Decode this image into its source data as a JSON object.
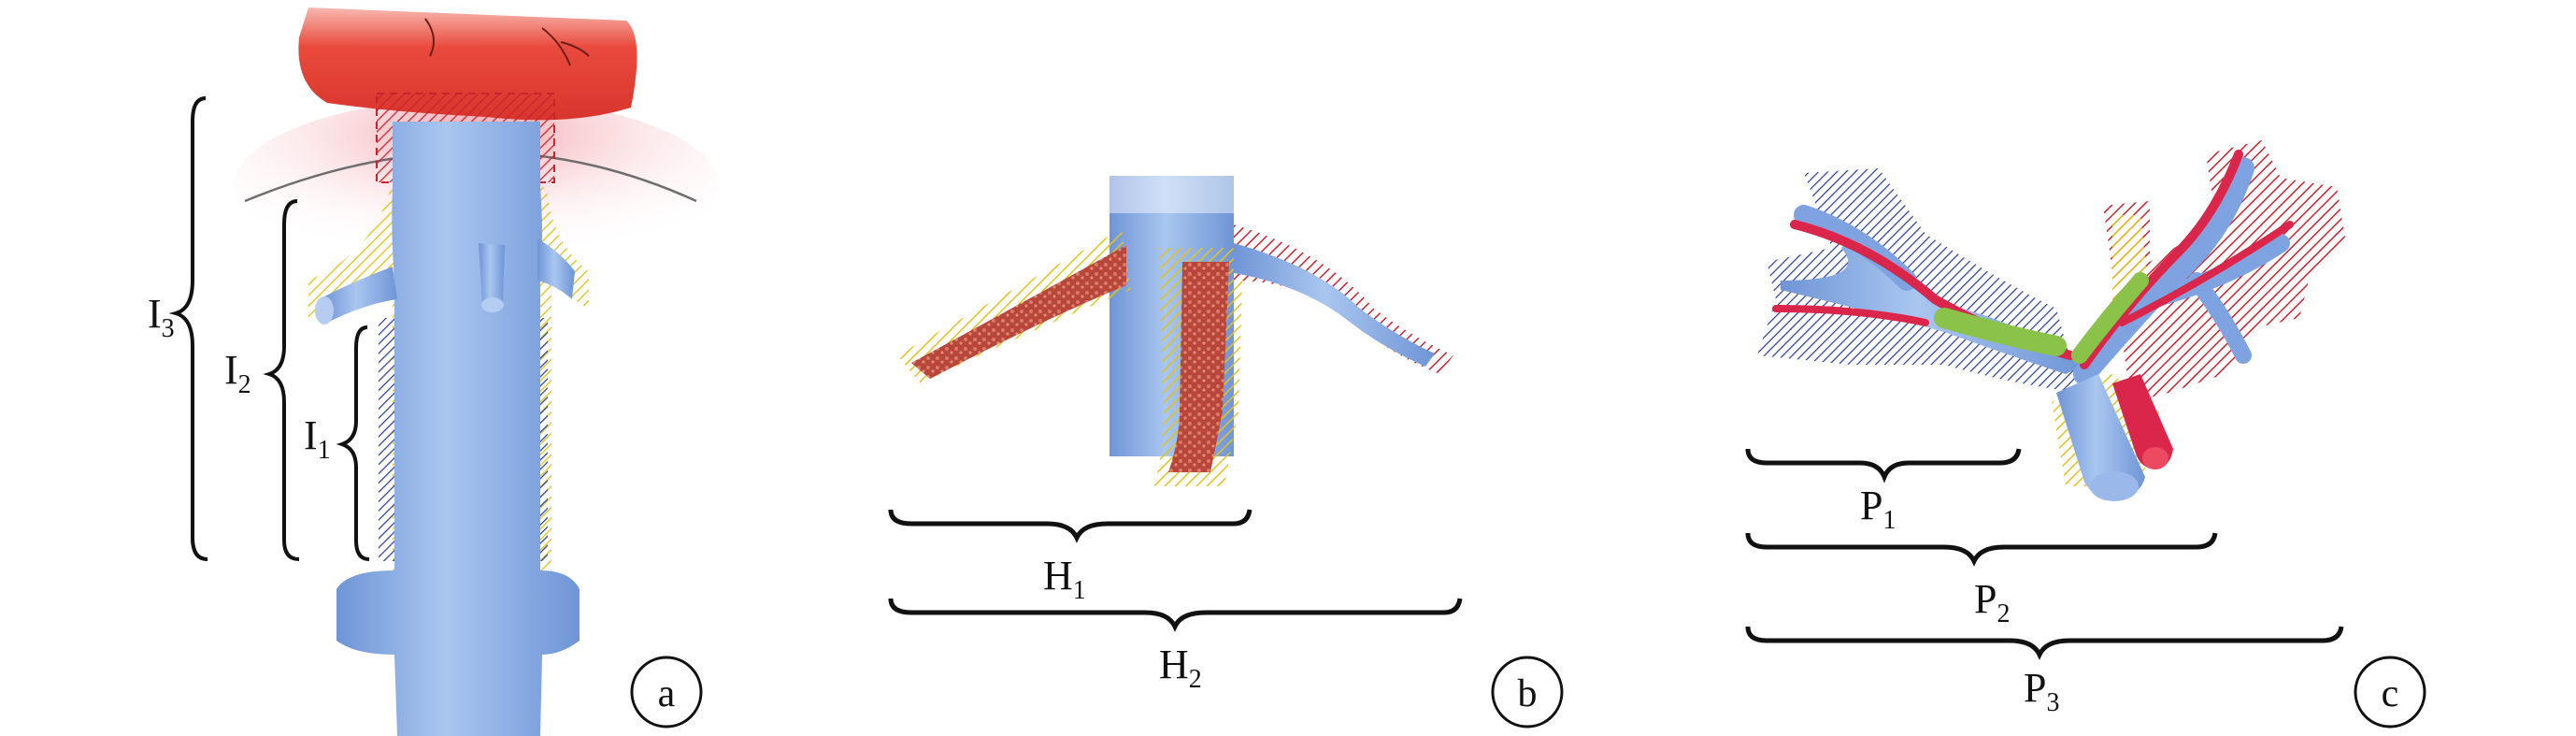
{
  "panels": [
    {
      "letter": "a",
      "labels": [
        {
          "base": "I",
          "sub": "3"
        },
        {
          "base": "I",
          "sub": "2"
        },
        {
          "base": "I",
          "sub": "1"
        }
      ]
    },
    {
      "letter": "b",
      "labels": [
        {
          "base": "H",
          "sub": "1"
        },
        {
          "base": "H",
          "sub": "2"
        }
      ]
    },
    {
      "letter": "c",
      "labels": [
        {
          "base": "P",
          "sub": "1"
        },
        {
          "base": "P",
          "sub": "2"
        },
        {
          "base": "P",
          "sub": "3"
        }
      ]
    }
  ],
  "colors": {
    "vessel_blue": "#8fb3e6",
    "liver_red": "#e4413a",
    "artery_red": "#d9264a",
    "bile_green": "#8bc34a",
    "hatch_yellow": "#e6c62a",
    "hatch_red": "#c8242f",
    "hatch_blue": "#2b3f9a"
  }
}
